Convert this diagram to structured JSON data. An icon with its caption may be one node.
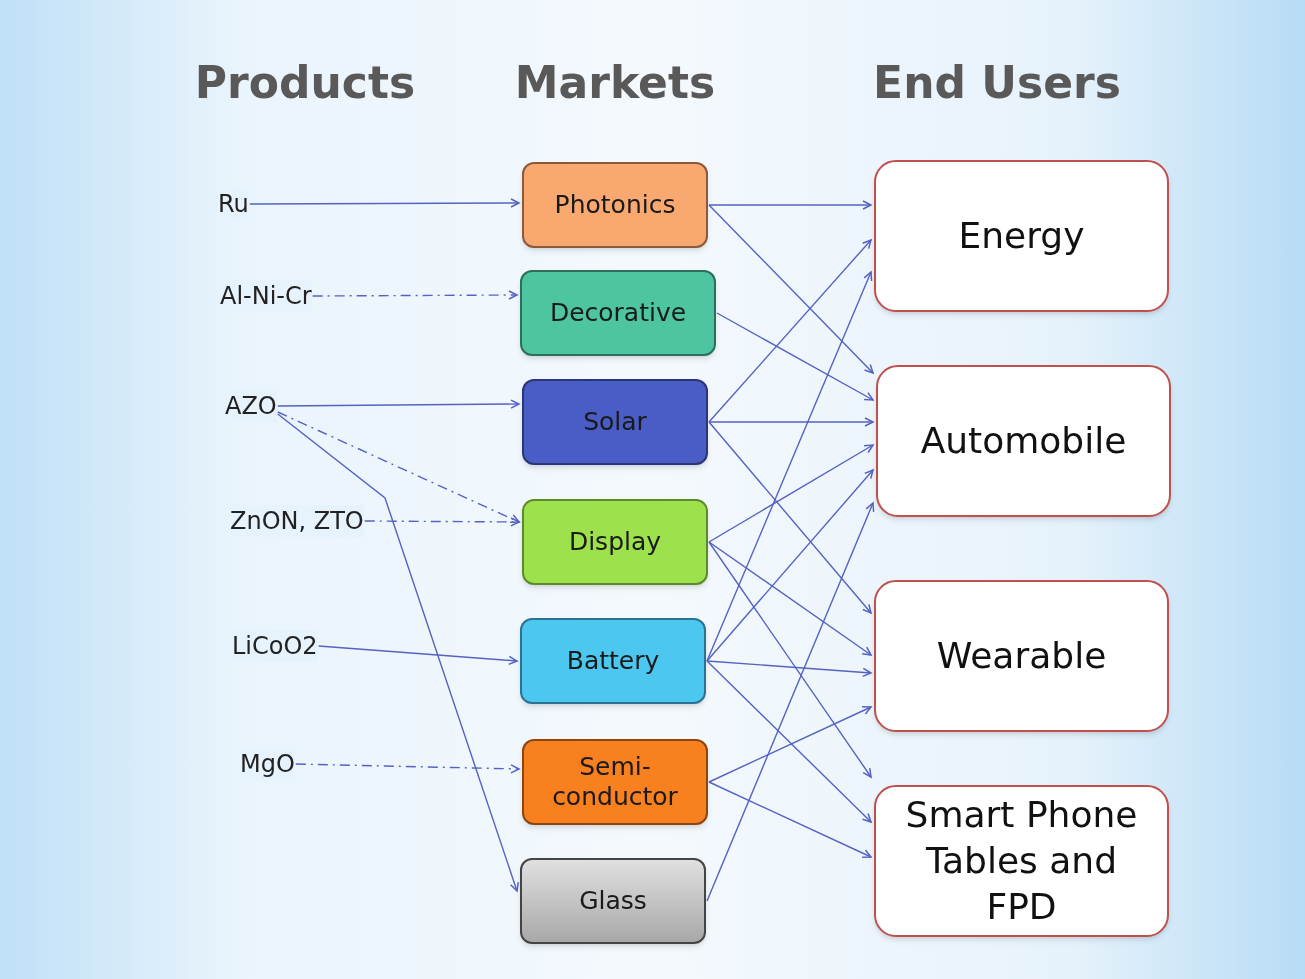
{
  "diagram": {
    "nodes": [
      {
        "text": [
          "Ru"
        ]
      },
      {
        "text": [
          "Al-Ni-Cr"
        ]
      },
      {
        "text": [
          "AZO"
        ]
      },
      {
        "text": [
          "ZnON, ZTO"
        ]
      },
      {
        "text": [
          "LiCoO2"
        ]
      },
      {
        "text": [
          "MgO"
        ]
      },
      {
        "text": [
          "Photonics"
        ]
      },
      {
        "text": [
          "Decorative"
        ]
      },
      {
        "text": [
          "Solar"
        ]
      },
      {
        "text": [
          "Display"
        ]
      },
      {
        "text": [
          "Battery"
        ]
      },
      {
        "text": [
          "Semi- conductor"
        ]
      },
      {
        "text": [
          "Glass"
        ]
      },
      {
        "text": [
          "Energy"
        ]
      },
      {
        "text": [
          "Automobile"
        ]
      },
      {
        "text": [
          "Wearable"
        ]
      },
      {
        "text": [
          "Smart Phone Tables and FPD"
        ]
      }
    ],
    "edges": [
      {
        "from": 0,
        "to": 6,
        "arrow": "to"
      },
      {
        "from": 1,
        "to": 7,
        "arrow": "to",
        "style": "dashed"
      },
      {
        "from": 2,
        "to": 8,
        "arrow": "to"
      },
      {
        "from": 2,
        "to": 9,
        "arrow": "to",
        "style": "dashed"
      },
      {
        "from": 2,
        "to": 12,
        "arrow": "to"
      },
      {
        "from": 3,
        "to": 9,
        "arrow": "to",
        "style": "dashed"
      },
      {
        "from": 4,
        "to": 10,
        "arrow": "to"
      },
      {
        "from": 5,
        "to": 11,
        "arrow": "to",
        "style": "dashed"
      },
      {
        "from": 6,
        "to": 13,
        "arrow": "to"
      },
      {
        "from": 6,
        "to": 14,
        "arrow": "to"
      },
      {
        "from": 7,
        "to": 14,
        "arrow": "to"
      },
      {
        "from": 8,
        "to": 13,
        "arrow": "to"
      },
      {
        "from": 8,
        "to": 14,
        "arrow": "to"
      },
      {
        "from": 8,
        "to": 15,
        "arrow": "to"
      },
      {
        "from": 9,
        "to": 14,
        "arrow": "to"
      },
      {
        "from": 9,
        "to": 15,
        "arrow": "to"
      },
      {
        "from": 9,
        "to": 16,
        "arrow": "to"
      },
      {
        "from": 10,
        "to": 13,
        "arrow": "to"
      },
      {
        "from": 10,
        "to": 14,
        "arrow": "to"
      },
      {
        "from": 10,
        "to": 15,
        "arrow": "to"
      },
      {
        "from": 10,
        "to": 16,
        "arrow": "to"
      },
      {
        "from": 11,
        "to": 15,
        "arrow": "to"
      },
      {
        "from": 11,
        "to": 16,
        "arrow": "to"
      },
      {
        "from": 12,
        "to": 14,
        "arrow": "to"
      }
    ],
    "labels": [
      "Products",
      "Markets",
      "End Users"
    ]
  }
}
